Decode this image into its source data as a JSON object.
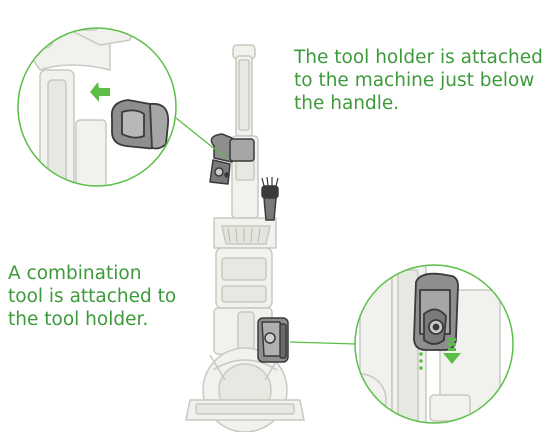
{
  "captions": {
    "top": [
      "The tool holder is attached",
      "to the machine just below",
      "the handle."
    ],
    "left": [
      "A combination",
      "tool is attached to",
      "the tool holder."
    ]
  },
  "colors": {
    "accent": "#3d9a3a",
    "machine_fill": "#f1f1ed",
    "machine_stroke": "#c9c9c2",
    "tool_fill": "#8e8e8e",
    "tool_stroke": "#3a3a3a"
  }
}
